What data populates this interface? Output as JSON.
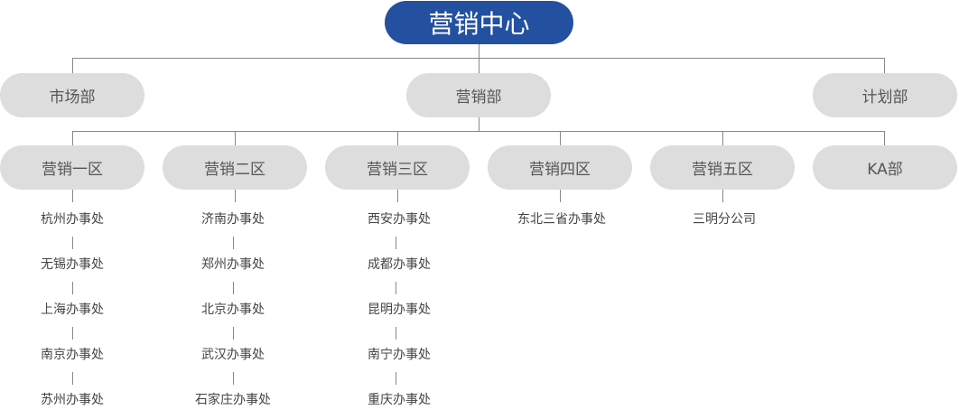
{
  "colors": {
    "root_bg": "#2450a0",
    "node_bg": "#dddddd",
    "line": "#888888"
  },
  "root": {
    "label": "营销中心"
  },
  "level1": [
    {
      "label": "市场部"
    },
    {
      "label": "营销部"
    },
    {
      "label": "计划部"
    }
  ],
  "regions": [
    {
      "label": "营销一区",
      "offices": [
        "杭州办事处",
        "无锡办事处",
        "上海办事处",
        "南京办事处",
        "苏州办事处"
      ]
    },
    {
      "label": "营销二区",
      "offices": [
        "济南办事处",
        "郑州办事处",
        "北京办事处",
        "武汉办事处",
        "石家庄办事处"
      ]
    },
    {
      "label": "营销三区",
      "offices": [
        "西安办事处",
        "成都办事处",
        "昆明办事处",
        "南宁办事处",
        "重庆办事处"
      ]
    },
    {
      "label": "营销四区",
      "offices": [
        "东北三省办事处"
      ]
    },
    {
      "label": "营销五区",
      "offices": [
        "三明分公司"
      ]
    },
    {
      "label": "KA部",
      "offices": []
    }
  ]
}
